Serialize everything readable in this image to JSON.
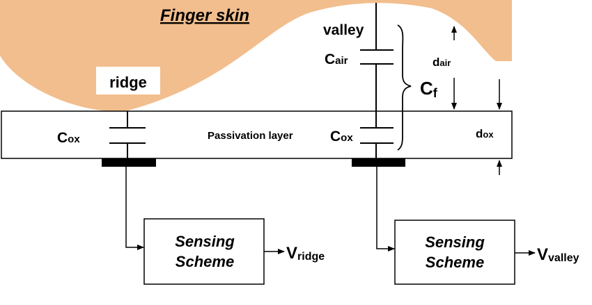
{
  "diagram": {
    "title": "Finger skin",
    "ridge_label": "ridge",
    "valley_label": "valley",
    "passivation_label": "Passivation layer",
    "c_main": "C",
    "c_ox_sub": "ox",
    "c_air_sub": "air",
    "c_f_sub": "f",
    "d_main": "d",
    "d_air_sub": "air",
    "d_ox_sub": "ox",
    "sensing_line1": "Sensing",
    "sensing_line2": "Scheme",
    "v_main": "V",
    "v_ridge_sub": "ridge",
    "v_valley_sub": "valley"
  },
  "colors": {
    "skin": "#F2BE8D",
    "electrode": "#000000",
    "line": "#000000"
  }
}
